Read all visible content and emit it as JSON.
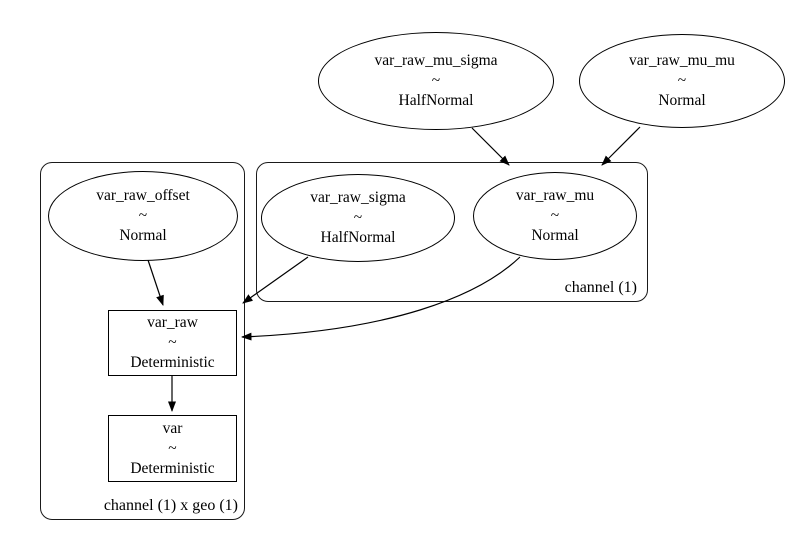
{
  "colors": {
    "background": "#ffffff",
    "stroke": "#000000"
  },
  "nodes": {
    "var_raw_mu_sigma": {
      "name": "var_raw_mu_sigma",
      "relation": "~",
      "dist": "HalfNormal"
    },
    "var_raw_mu_mu": {
      "name": "var_raw_mu_mu",
      "relation": "~",
      "dist": "Normal"
    },
    "var_raw_offset": {
      "name": "var_raw_offset",
      "relation": "~",
      "dist": "Normal"
    },
    "var_raw_sigma": {
      "name": "var_raw_sigma",
      "relation": "~",
      "dist": "HalfNormal"
    },
    "var_raw_mu": {
      "name": "var_raw_mu",
      "relation": "~",
      "dist": "Normal"
    },
    "var_raw": {
      "name": "var_raw",
      "relation": "~",
      "dist": "Deterministic"
    },
    "var": {
      "name": "var",
      "relation": "~",
      "dist": "Deterministic"
    }
  },
  "clusters": {
    "channel": {
      "label": "channel (1)"
    },
    "channel_geo": {
      "label": "channel (1) x geo (1)"
    }
  },
  "edges": [
    {
      "from": "var_raw_mu_sigma",
      "to": "var_raw_mu"
    },
    {
      "from": "var_raw_mu_mu",
      "to": "var_raw_mu"
    },
    {
      "from": "var_raw_offset",
      "to": "var_raw"
    },
    {
      "from": "var_raw_sigma",
      "to": "var_raw"
    },
    {
      "from": "var_raw_mu",
      "to": "var_raw"
    },
    {
      "from": "var_raw",
      "to": "var"
    }
  ]
}
